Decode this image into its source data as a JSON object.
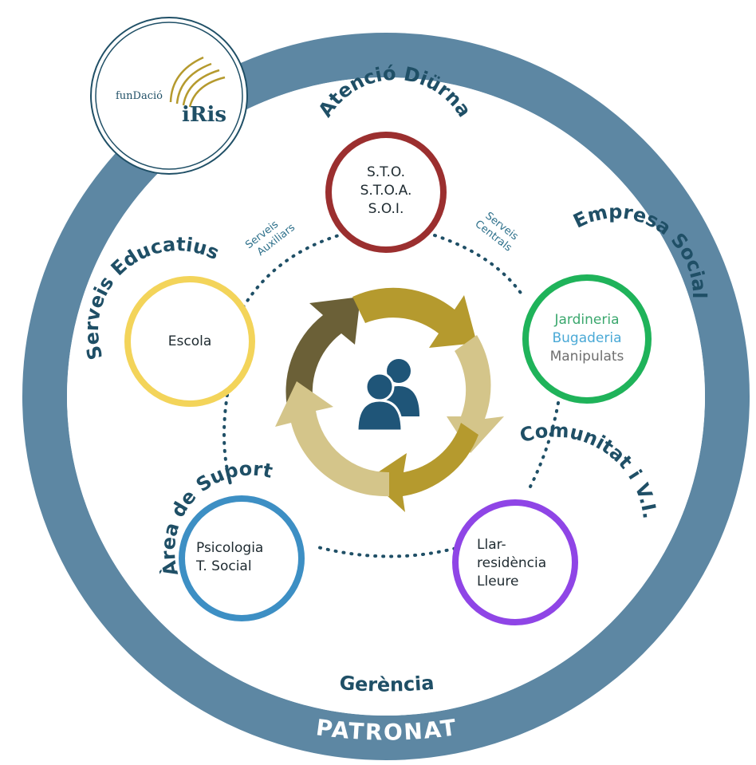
{
  "logo": {
    "line1": "funDació",
    "line2": "iRis"
  },
  "outer_ring": {
    "label_gerencia": "Gerència",
    "label_patronat": "PATRONAT"
  },
  "center": {
    "icon": "people-icon"
  },
  "connectors": {
    "left": [
      "Serveis",
      "Auxiliars"
    ],
    "right": [
      "Serveis",
      "Centrals"
    ]
  },
  "nodes": {
    "atencio": {
      "title": "Atenció Diürna",
      "lines": [
        "S.T.O.",
        "S.T.O.A.",
        "S.O.I."
      ],
      "color": "#9b2f2f"
    },
    "empresa": {
      "title": "Empresa Social",
      "lines": [
        "Jardineria",
        "Bugaderia",
        "Manipulats"
      ],
      "line_colors": [
        "#3aa76d",
        "#4aa9d6",
        "#6f6f6f"
      ],
      "color": "#1fb35a"
    },
    "comunitat": {
      "title": "Comunitat i V.I.",
      "lines": [
        "Llar-",
        "residència",
        "Lleure"
      ],
      "color": "#8f45e6"
    },
    "suport": {
      "title": "Àrea de Suport",
      "lines": [
        "Psicologia",
        "T. Social"
      ],
      "color": "#3d8fc4"
    },
    "educatius": {
      "title": "Serveis Educatius",
      "lines": [
        "Escola"
      ],
      "color": "#f3d45a"
    }
  },
  "colors": {
    "ring": "#5d87a3",
    "title_text": "#1f4f66",
    "dots": "#1f4f66",
    "arrow_dark": "#6b6037",
    "arrow_gold": "#b59a2e",
    "arrow_light": "#d4c58a"
  }
}
